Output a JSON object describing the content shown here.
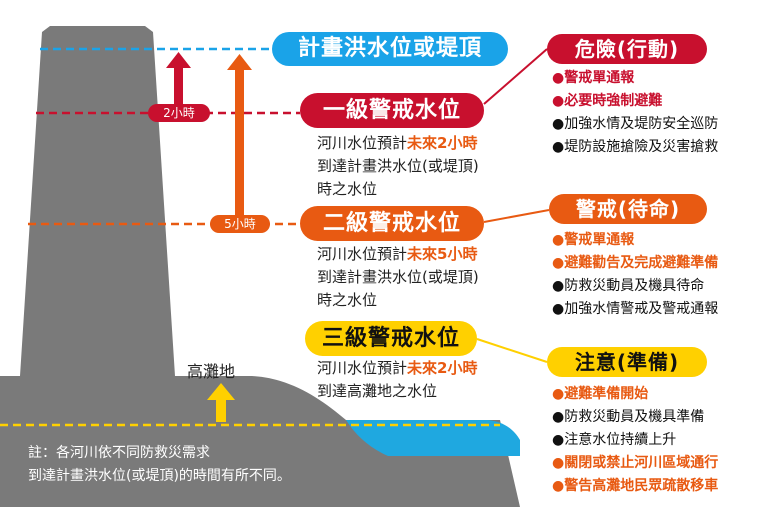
{
  "levels": {
    "design_flood": "計畫洪水位或堤頂",
    "level1": "一級警戒水位",
    "level2": "二級警戒水位",
    "level3": "三級警戒水位",
    "high_flat": "高灘地"
  },
  "time_tags": {
    "two_hours": "2小時",
    "five_hours": "5小時"
  },
  "descriptions": {
    "level1": {
      "pre": "河川水位預計",
      "hl": "未來2小時",
      "line2": "到達計畫洪水位(或堤頂)",
      "line3": "時之水位"
    },
    "level2": {
      "pre": "河川水位預計",
      "hl": "未來5小時",
      "line2": "到達計畫洪水位(或堤頂)",
      "line3": "時之水位"
    },
    "level3": {
      "pre": "河川水位預計",
      "hl": "未來2小時",
      "line2": "到達高灘地之水位"
    }
  },
  "actions": {
    "danger": {
      "title": "危險(行動)",
      "items": [
        "●警戒單通報",
        "●必要時強制避難",
        "●加強水情及堤防安全巡防",
        "●堤防設施搶險及災害搶救"
      ]
    },
    "alert": {
      "title": "警戒(待命)",
      "items": [
        "●警戒單通報",
        "●避難勸告及完成避難準備",
        "●防救災動員及機具待命",
        "●加強水情警戒及警戒通報"
      ]
    },
    "caution": {
      "title": "注意(準備)",
      "items": [
        "●避難準備開始",
        "●防救災動員及機具準備",
        "●注意水位持續上升",
        "●關閉或禁止河川區域通行",
        "●警告高灘地民眾疏散移車"
      ]
    }
  },
  "note": {
    "line1": "註：各河川依不同防救災需求",
    "line2": "到達計畫洪水位(或堤頂)的時間有所不同。"
  },
  "colors": {
    "danger": "#c8102e",
    "alert": "#e85a12",
    "caution": "#ffd000",
    "flood": "#1aa3e8",
    "levee": "#7a7a7a",
    "water": "#1fa8e0"
  }
}
